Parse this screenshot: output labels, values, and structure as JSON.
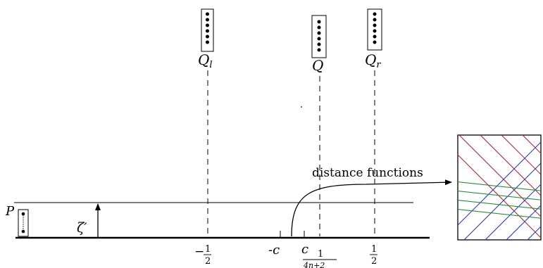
{
  "labels": {
    "P": "P",
    "Q_l_main": "Q",
    "Q_l_sub": "l",
    "Q": "Q",
    "Q_r_main": "Q",
    "Q_r_sub": "r",
    "zeta": "ζ′",
    "minus_sign": "−",
    "half_num": "1",
    "half_den": "2",
    "minus_c": "-c",
    "c": "c",
    "frac_num": "1",
    "frac_den": "4n+2",
    "distance_functions": "distance functions"
  },
  "line_colors": {
    "red": "#a8283c",
    "blue": "#2f3aa8",
    "green": "#2f8a3c"
  }
}
